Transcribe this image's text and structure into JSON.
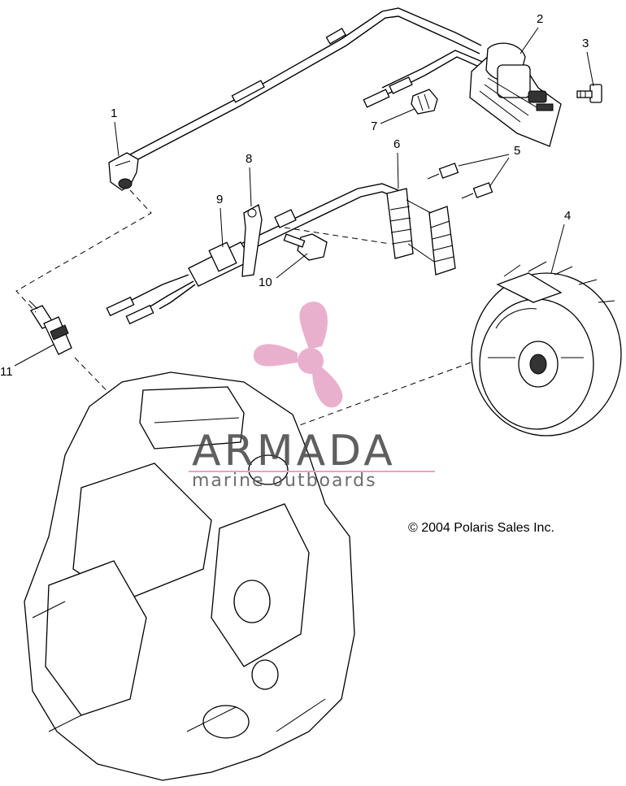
{
  "callouts": {
    "c1": "1",
    "c2": "2",
    "c3": "3",
    "c4": "4",
    "c5": "5",
    "c6": "6",
    "c7": "7",
    "c8": "8",
    "c9": "9",
    "c10": "10",
    "c11": "11"
  },
  "copyright": "© 2004 Polaris Sales Inc.",
  "watermark": {
    "title": "ARMADA",
    "subtitle": "marine outboards",
    "logo_color": "#e6a3c6"
  }
}
